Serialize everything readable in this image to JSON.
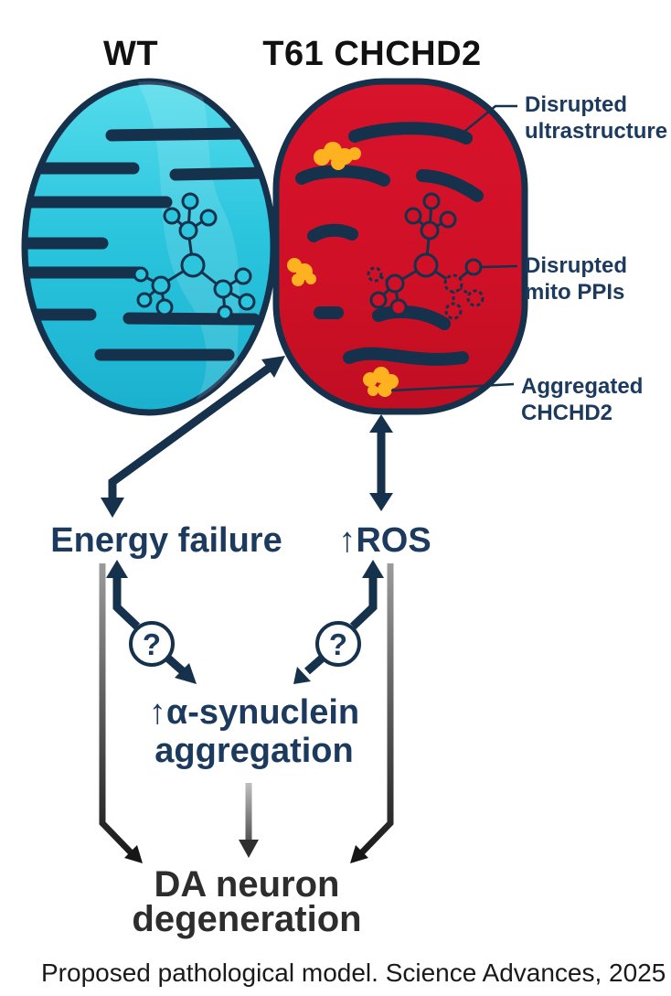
{
  "figure": {
    "titles": {
      "wt": "WT",
      "mutant": "T61 CHCHD2"
    },
    "callouts": {
      "ultrastructure": {
        "line1": "Disrupted",
        "line2": "ultrastructure"
      },
      "mito_ppis": {
        "line1": "Disrupted",
        "line2": "mito PPIs"
      },
      "aggregated": {
        "line1": "Aggregated",
        "line2": "CHCHD2"
      }
    },
    "nodes": {
      "energy_failure": "Energy failure",
      "ros": "↑ROS",
      "synuclein_line1": "↑α-synuclein",
      "synuclein_line2": "aggregation",
      "da_line1": "DA neuron",
      "da_line2": "degeneration"
    },
    "question_mark": "?",
    "caption": "Proposed pathological model. Science Advances, 2025",
    "colors": {
      "wt_fill": "#2bc5de",
      "wt_fill_light": "#55dcec",
      "mutant_fill": "#d5122b",
      "membrane_navy": "#16314c",
      "navy_text": "#1b3a5e",
      "aggregate_orange": "#ffb220",
      "dark_text": "#2d2d2d",
      "gradient_arrow_top": "#9b9b9b",
      "gradient_arrow_bottom": "#161616"
    }
  }
}
